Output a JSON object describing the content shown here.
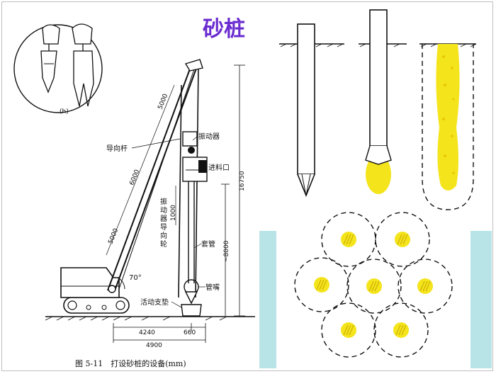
{
  "slide": {
    "title": "砂桩",
    "caption": "图 5-11　打设砂桩的设备(mm)"
  },
  "crane_figure": {
    "inset_label": "(h)",
    "labels": {
      "guide_rod": "导向杆",
      "vibrator": "振动器",
      "feed_inlet": "进料口",
      "vibrator_guide_wheel": "振动器导向轮",
      "casing": "套管",
      "nozzle": "管嘴",
      "movable_pad": "活动支垫"
    },
    "dimensions": {
      "boom_upper": "5000",
      "boom_mid": "6000",
      "boom_lower": "5000",
      "height_total": "16750",
      "height_guide": "~8000",
      "guide_length": "1000",
      "angle": "70°",
      "base_offset": "4240",
      "tip_offset": "660",
      "base_total": "4900"
    }
  },
  "colors": {
    "title": "#6a2bd0",
    "sand": "#f4e41c",
    "sand_dots": "#e8c800",
    "panel": "#b8e3e7",
    "line": "#111111"
  }
}
